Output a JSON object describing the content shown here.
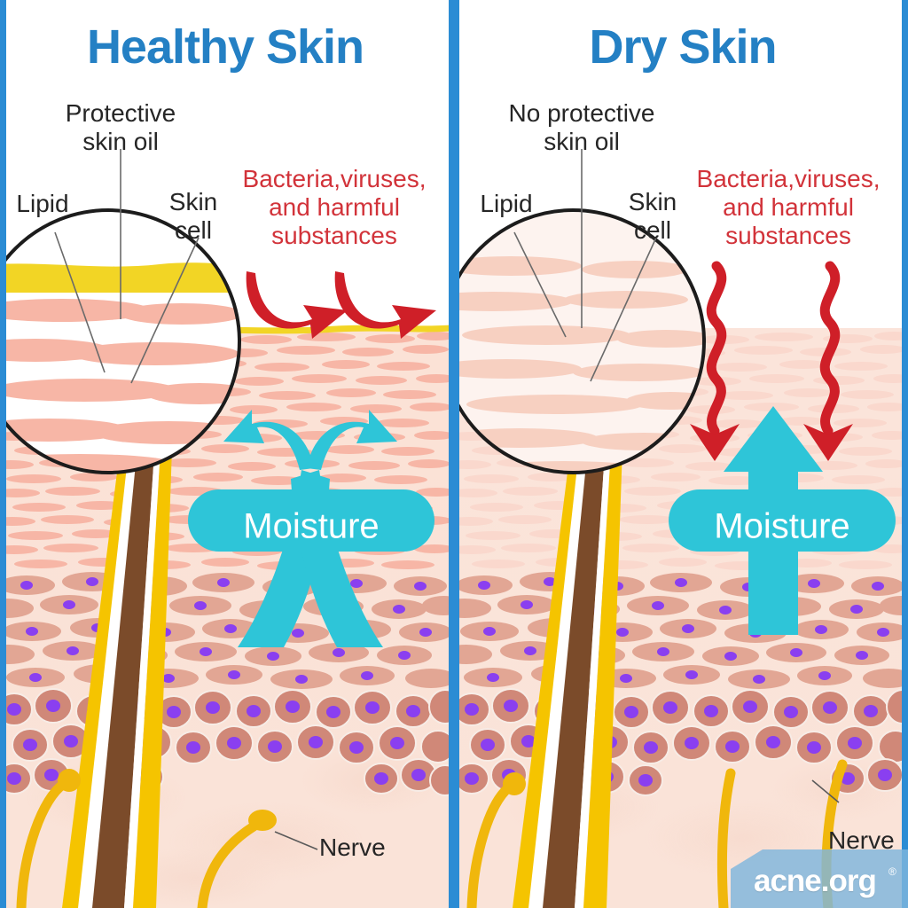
{
  "image": {
    "kind": "medical-illustration",
    "subject": "Skin barrier comparison: healthy skin versus dry skin cross-section"
  },
  "colors": {
    "title_blue": "#2480c4",
    "divider_blue": "#2b8cd4",
    "label_dark": "#262626",
    "warning_red": "#d2333a",
    "moisture_cyan": "#2ec5d8",
    "skin_oil_yellow": "#f2d525",
    "corneocyte_pink": "#f7b6a6",
    "corneocyte_pale": "#fad8cd",
    "granular_cell": "#e2a694",
    "basal_cell": "#d08878",
    "nucleus_purple": "#8a3ff0",
    "dermis_peach": "#fae0d4",
    "hair_brown": "#7b4b2a",
    "sebum_yellow": "#f5c400",
    "nerve_gold": "#f0b70c",
    "logo_banner": "#7fb6dd"
  },
  "panels": [
    {
      "id": "healthy",
      "title": "Healthy Skin",
      "labels": {
        "oil": "Protective\nskin oil",
        "lipid": "Lipid",
        "skin_cell": "Skin\ncell",
        "threats": "Bacteria,viruses,\nand harmful\nsubstances",
        "moisture": "Moisture",
        "nerve": "Nerve"
      },
      "has_oil_layer": true,
      "threat_arrow_style": "deflected-curved",
      "moisture_arrow_style": "retained-crossed",
      "shows_nerve_label": true
    },
    {
      "id": "dry",
      "title": "Dry Skin",
      "labels": {
        "oil": "No protective\nskin oil",
        "lipid": "Lipid",
        "skin_cell": "Skin\ncell",
        "threats": "Bacteria,viruses,\nand harmful\nsubstances",
        "moisture": "Moisture",
        "nerve": "Nerve"
      },
      "has_oil_layer": false,
      "threat_arrow_style": "penetrating-wavy",
      "moisture_arrow_style": "escaping-up",
      "shows_nerve_label": true
    }
  ],
  "logo": {
    "text": "acne.org",
    "registered_mark": "®"
  }
}
